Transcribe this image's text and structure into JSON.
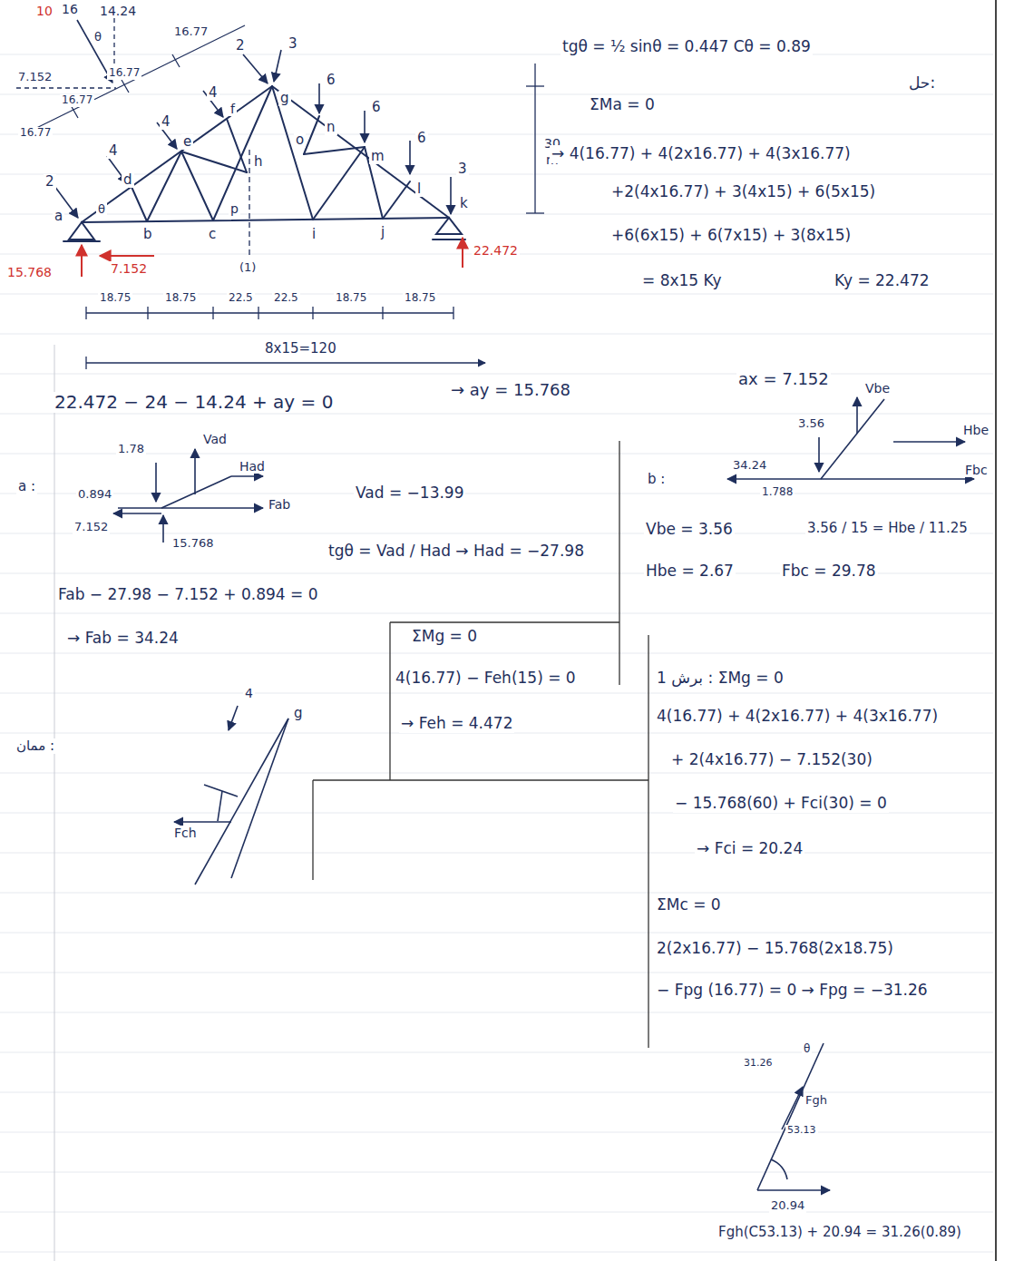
{
  "diagram": {
    "labels": [
      "10",
      "16",
      "14.24",
      "θ",
      "16.77",
      "7.152",
      "16.77",
      "16.77",
      "16.77",
      "2",
      "3",
      "6",
      "6",
      "6",
      "3",
      "g",
      "n",
      "o",
      "m",
      "l",
      "k",
      "4",
      "4",
      "4",
      "2",
      "f",
      "e",
      "d",
      "h",
      "p",
      "θ",
      "a",
      "b",
      "c",
      "i",
      "j",
      "(1)",
      "15.768",
      "7.152",
      "22.472",
      "18.75",
      "18.75",
      "22.5",
      "22.5",
      "18.75",
      "18.75",
      "8x15=120",
      "30",
      "m",
      "tgθ = ½   sinθ = 0.447   Cθ = 0.89",
      "حل:",
      "ΣMa = 0",
      "→ 4(16.77) + 4(2x16.77) + 4(3x16.77)",
      "+2(4x16.77) + 3(4x15) + 6(5x15)",
      "+6(6x15) + 6(7x15) + 3(8x15)",
      "= 8x15 Ky",
      "Ky = 22.472",
      "22.472 − 24 − 14.24 + ay = 0",
      "→ ay = 15.768",
      "ax = 7.152",
      "a :",
      "1.78",
      "Vad",
      "Had",
      "0.894",
      "Fab",
      "7.152",
      "15.768",
      "Vad = −13.99",
      "tgθ = Vad / Had → Had = −27.98",
      "Fab − 27.98 − 7.152 + 0.894 = 0",
      "→ Fab = 34.24",
      "b :",
      "3.56",
      "Vbe",
      "Hbe",
      "34.24",
      "1.788",
      "Fbc",
      "Vbe = 3.56",
      "3.56 / 15 = Hbe / 11.25",
      "Hbe = 2.67",
      "Fbc = 29.78",
      "ΣMg = 0",
      "4(16.77) − Feh(15) = 0",
      "→ Feh = 4.472",
      "برش 1 : ΣMg = 0",
      "4(16.77) + 4(2x16.77) + 4(3x16.77)",
      "+ 2(4x16.77) − 7.152(30)",
      "− 15.768(60) + Fci(30) = 0",
      "→ Fci = 20.24",
      "ΣMc = 0",
      "2(2x16.77) − 15.768(2x18.75)",
      "− Fpg (16.77) = 0 → Fpg = −31.26",
      "ممان :",
      "4",
      "g",
      "Fch",
      "31.26",
      "θ",
      "Fgh",
      "53.13",
      "20.94",
      "Fgh(C53.13) + 20.94 = 31.26(0.89)"
    ]
  }
}
